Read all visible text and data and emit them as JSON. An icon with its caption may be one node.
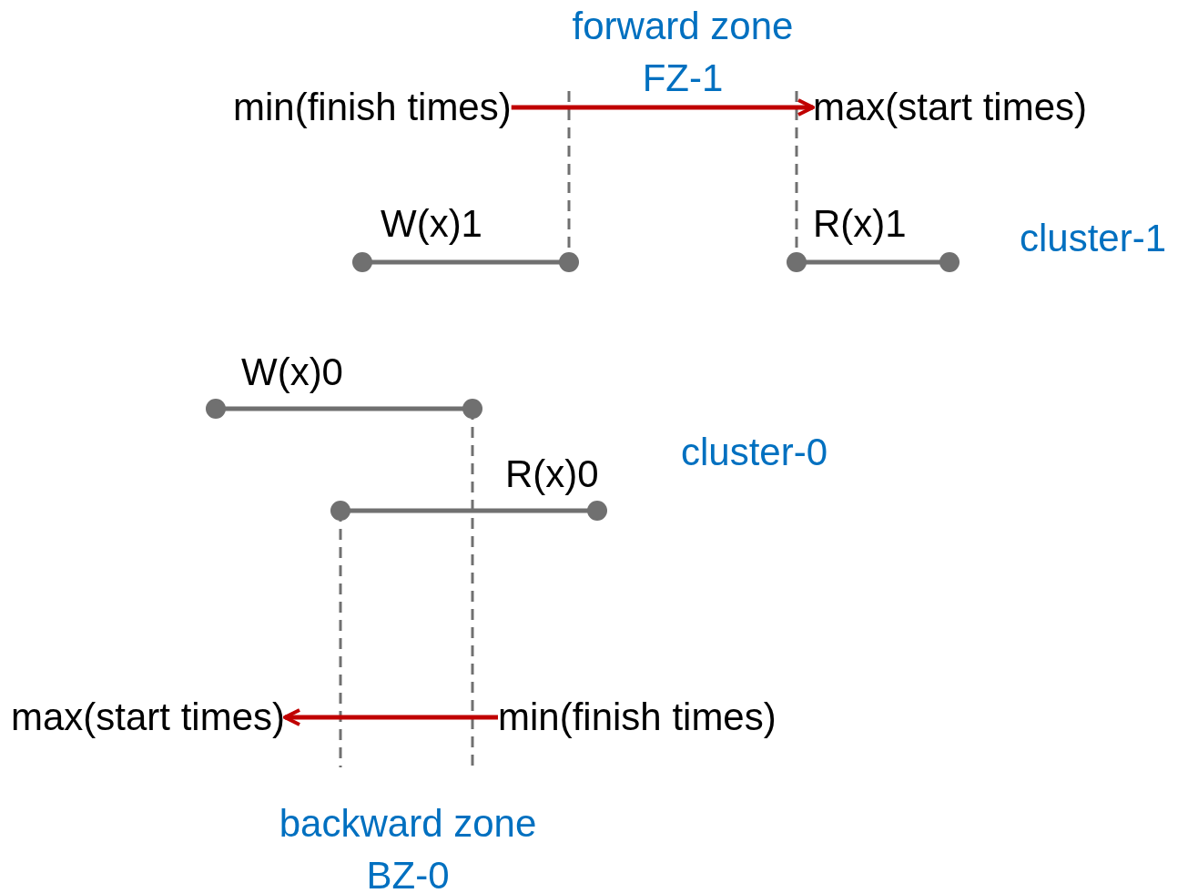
{
  "diagram": {
    "nodes": [
      {
        "text": [
          "min(finish times)"
        ]
      },
      {
        "text": [
          "max(start times)"
        ]
      },
      {
        "text": [
          "max(start times)"
        ]
      },
      {
        "text": [
          "min(finish times)"
        ]
      }
    ],
    "edges": [
      {
        "from": 0,
        "to": 1,
        "arrow": "to"
      },
      {
        "from": 3,
        "to": 2,
        "arrow": "to"
      }
    ],
    "labels": [
      "forward zone FZ-1",
      "W(x)1",
      "R(x)1",
      "cluster-1",
      "W(x)0",
      "cluster-0",
      "R(x)0",
      "backward zone BZ-0"
    ]
  }
}
